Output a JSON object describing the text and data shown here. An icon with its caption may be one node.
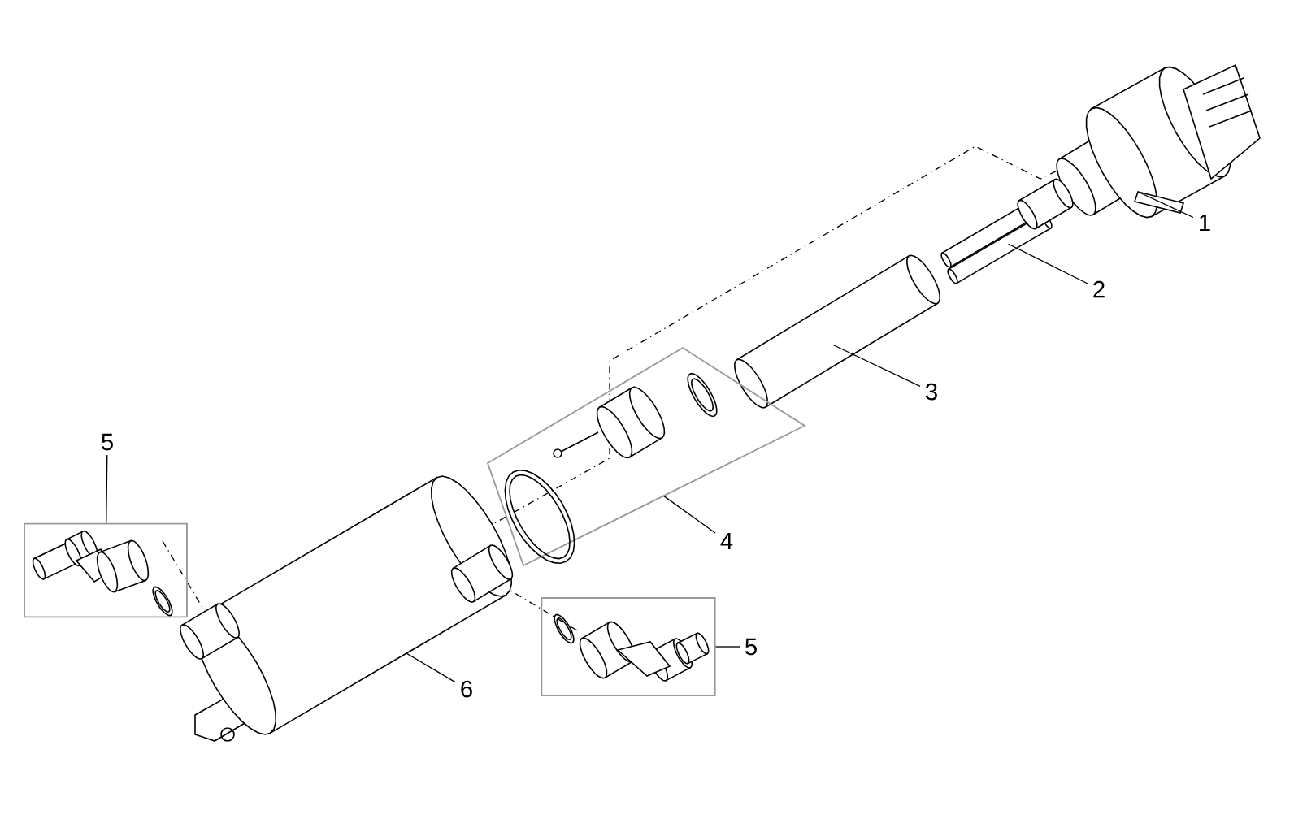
{
  "diagram": {
    "nodes": [
      {
        "text": [
          "1"
        ]
      },
      {
        "text": [
          "2"
        ]
      },
      {
        "text": [
          "3"
        ]
      },
      {
        "text": [
          "4"
        ]
      },
      {
        "text": [
          "5"
        ]
      },
      {
        "text": [
          "5"
        ]
      },
      {
        "text": [
          "6"
        ]
      },
      {
        "text": [],
        "shape": "picture"
      },
      {
        "text": [],
        "shape": "picture"
      },
      {
        "text": [],
        "shape": "picture"
      },
      {
        "text": [],
        "shape": "box"
      },
      {
        "text": [],
        "shape": "box"
      },
      {
        "text": [],
        "shape": "box"
      },
      {
        "text": [],
        "shape": "picture"
      }
    ],
    "edges": [
      {
        "from": 0,
        "to": 7,
        "arrow": "none"
      },
      {
        "from": 1,
        "to": 8,
        "arrow": "none"
      },
      {
        "from": 2,
        "to": 9,
        "arrow": "none"
      },
      {
        "from": 3,
        "to": 10,
        "arrow": "none"
      },
      {
        "from": 4,
        "to": 11,
        "arrow": "none"
      },
      {
        "from": 5,
        "to": 12,
        "arrow": "none"
      },
      {
        "from": 6,
        "to": 13,
        "arrow": "none"
      }
    ]
  }
}
